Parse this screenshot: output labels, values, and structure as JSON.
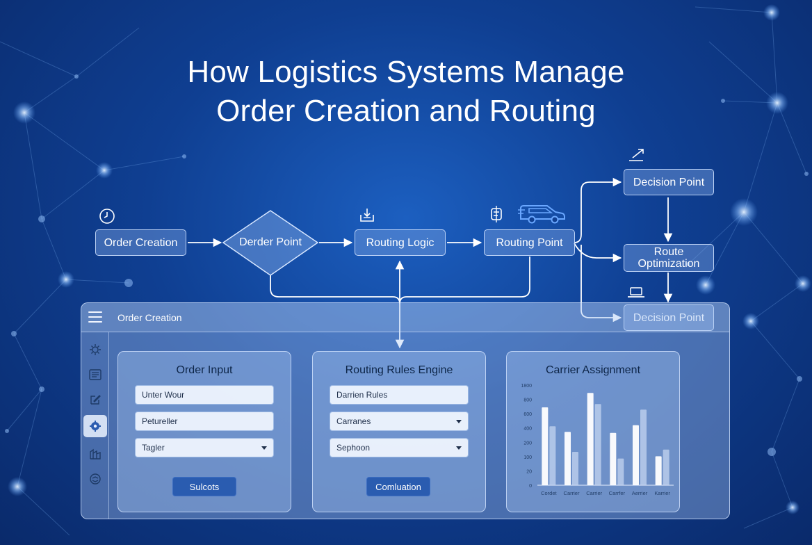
{
  "title": {
    "line1": "How Logistics Systems Manage",
    "line2": "Order Creation and Routing"
  },
  "flow": {
    "order_creation": "Order Creation",
    "diamond": "Derder Point",
    "routing_logic": "Routing Logic",
    "routing_point": "Routing Point",
    "decision_top": "Decision Point",
    "route_optimization": "Route Optimization",
    "decision_bottom": "Decision Point"
  },
  "panel": {
    "header_title": "Order Creation",
    "sidebar_icons": [
      "gear-icon",
      "list-icon",
      "edit-icon",
      "routing-icon",
      "warehouse-icon",
      "settings-icon"
    ],
    "cards": {
      "order_input": {
        "title": "Order Input",
        "field1": "Unter Wour",
        "field2": "Petureller",
        "select1": "Tagler",
        "button": "Sulcots"
      },
      "routing_rules": {
        "title": "Routing Rules Engine",
        "field1": "Darrien Rules",
        "select1": "Carranes",
        "select2": "Sephoon",
        "button": "Comluation"
      },
      "carrier_assignment": {
        "title": "Carrier Assignment"
      }
    }
  },
  "colors": {
    "accent": "#2a5cb0",
    "background": "#0f3f92",
    "bar_primary": "#ffffff",
    "bar_secondary": "#c4d4f0"
  },
  "chart_data": {
    "type": "bar",
    "categories": [
      "Cordet",
      "Carrier",
      "Carrier",
      "Carrfer",
      "Aerrier",
      "Karrier"
    ],
    "series": [
      {
        "values": [
          700,
          480,
          830,
          470,
          540,
          260
        ]
      },
      {
        "values": [
          530,
          300,
          730,
          240,
          680,
          320
        ]
      }
    ],
    "y_ticks": [
      "0",
      "20",
      "100",
      "200",
      "400",
      "600",
      "800",
      "1800"
    ],
    "ylim": [
      0,
      900
    ],
    "grid": false,
    "legend": "none"
  }
}
